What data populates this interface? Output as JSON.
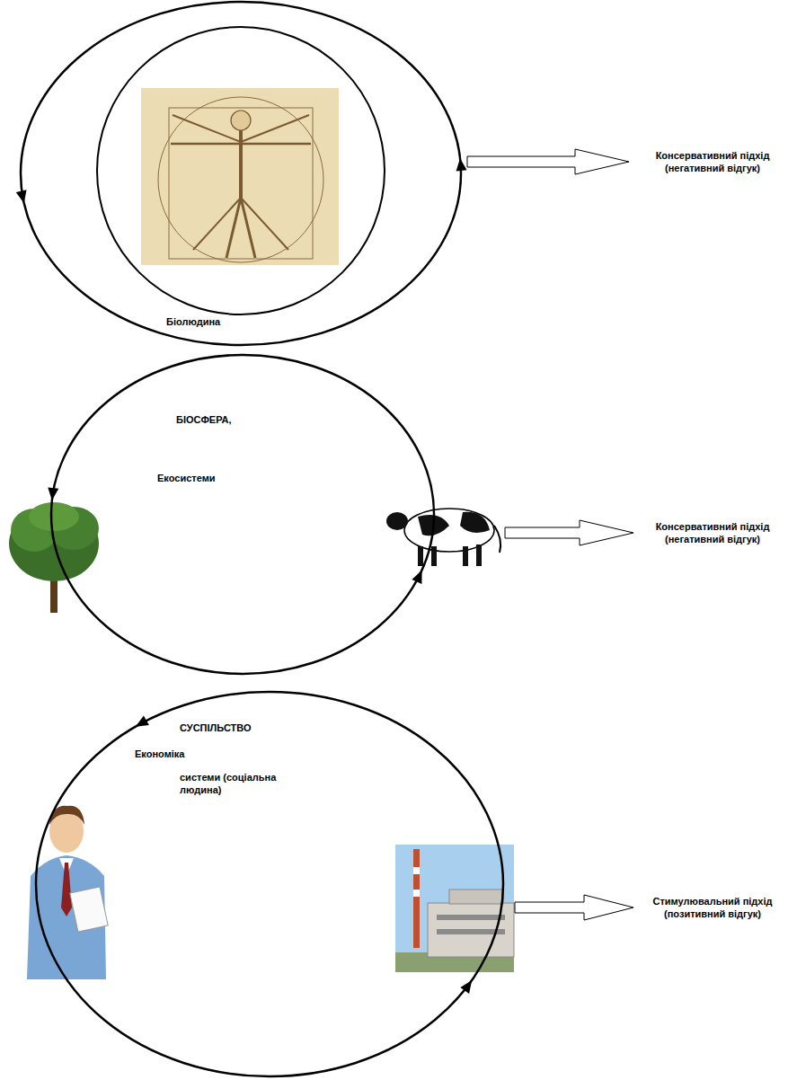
{
  "diagram": {
    "nodes": [
      {
        "text": [
          "Біолюдина"
        ]
      },
      {
        "text": [
          "БІОСФЕРА,",
          "Екосистеми"
        ]
      },
      {
        "text": [
          "СУСПІЛЬСТВО",
          "Економіка",
          "системи (соціальна людина)"
        ]
      }
    ],
    "labels": [
      "Консервативний підхід (негативний відгук)",
      "Консервативний підхід (негативний відгук)",
      "Стимулювальний підхід (позитивний відгук)"
    ]
  }
}
